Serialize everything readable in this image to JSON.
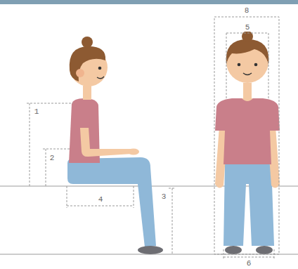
{
  "diagram": {
    "labels": [
      "8",
      "5",
      "1",
      "2",
      "4",
      "3",
      "6"
    ]
  }
}
